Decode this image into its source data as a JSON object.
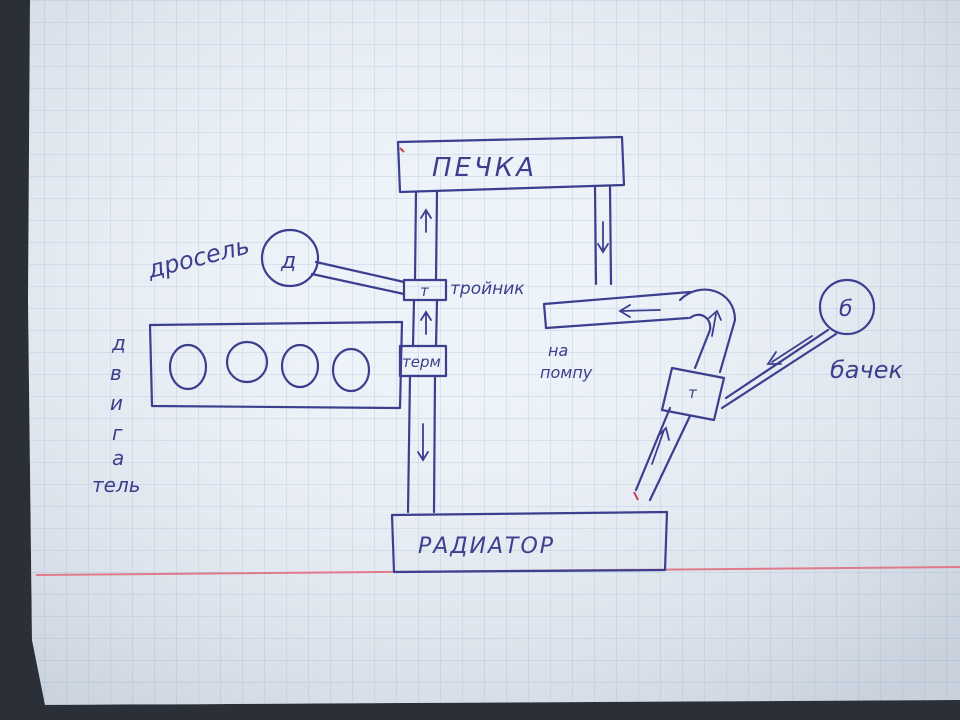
{
  "colors": {
    "ink": "#3b3f8e",
    "grid": "#bcd0e6",
    "margin_line": "#e07a8a",
    "paper": "#eef3fa",
    "background": "#2a2f38"
  },
  "labels": {
    "heater": "ПЕЧКА",
    "radiator": "РАДИАТОР",
    "throttle": "дросель",
    "tee_top": "тройник",
    "tee_top_box": "т",
    "tee_bottom_box": "т",
    "thermostat": "терм",
    "to_pump_line1": "на",
    "to_pump_line2": "помпу",
    "tank": "бачек",
    "tank_circle": "б",
    "throttle_circle": "д",
    "engine_vertical": [
      "д",
      "в",
      "и",
      "г",
      "а",
      "тель"
    ]
  }
}
